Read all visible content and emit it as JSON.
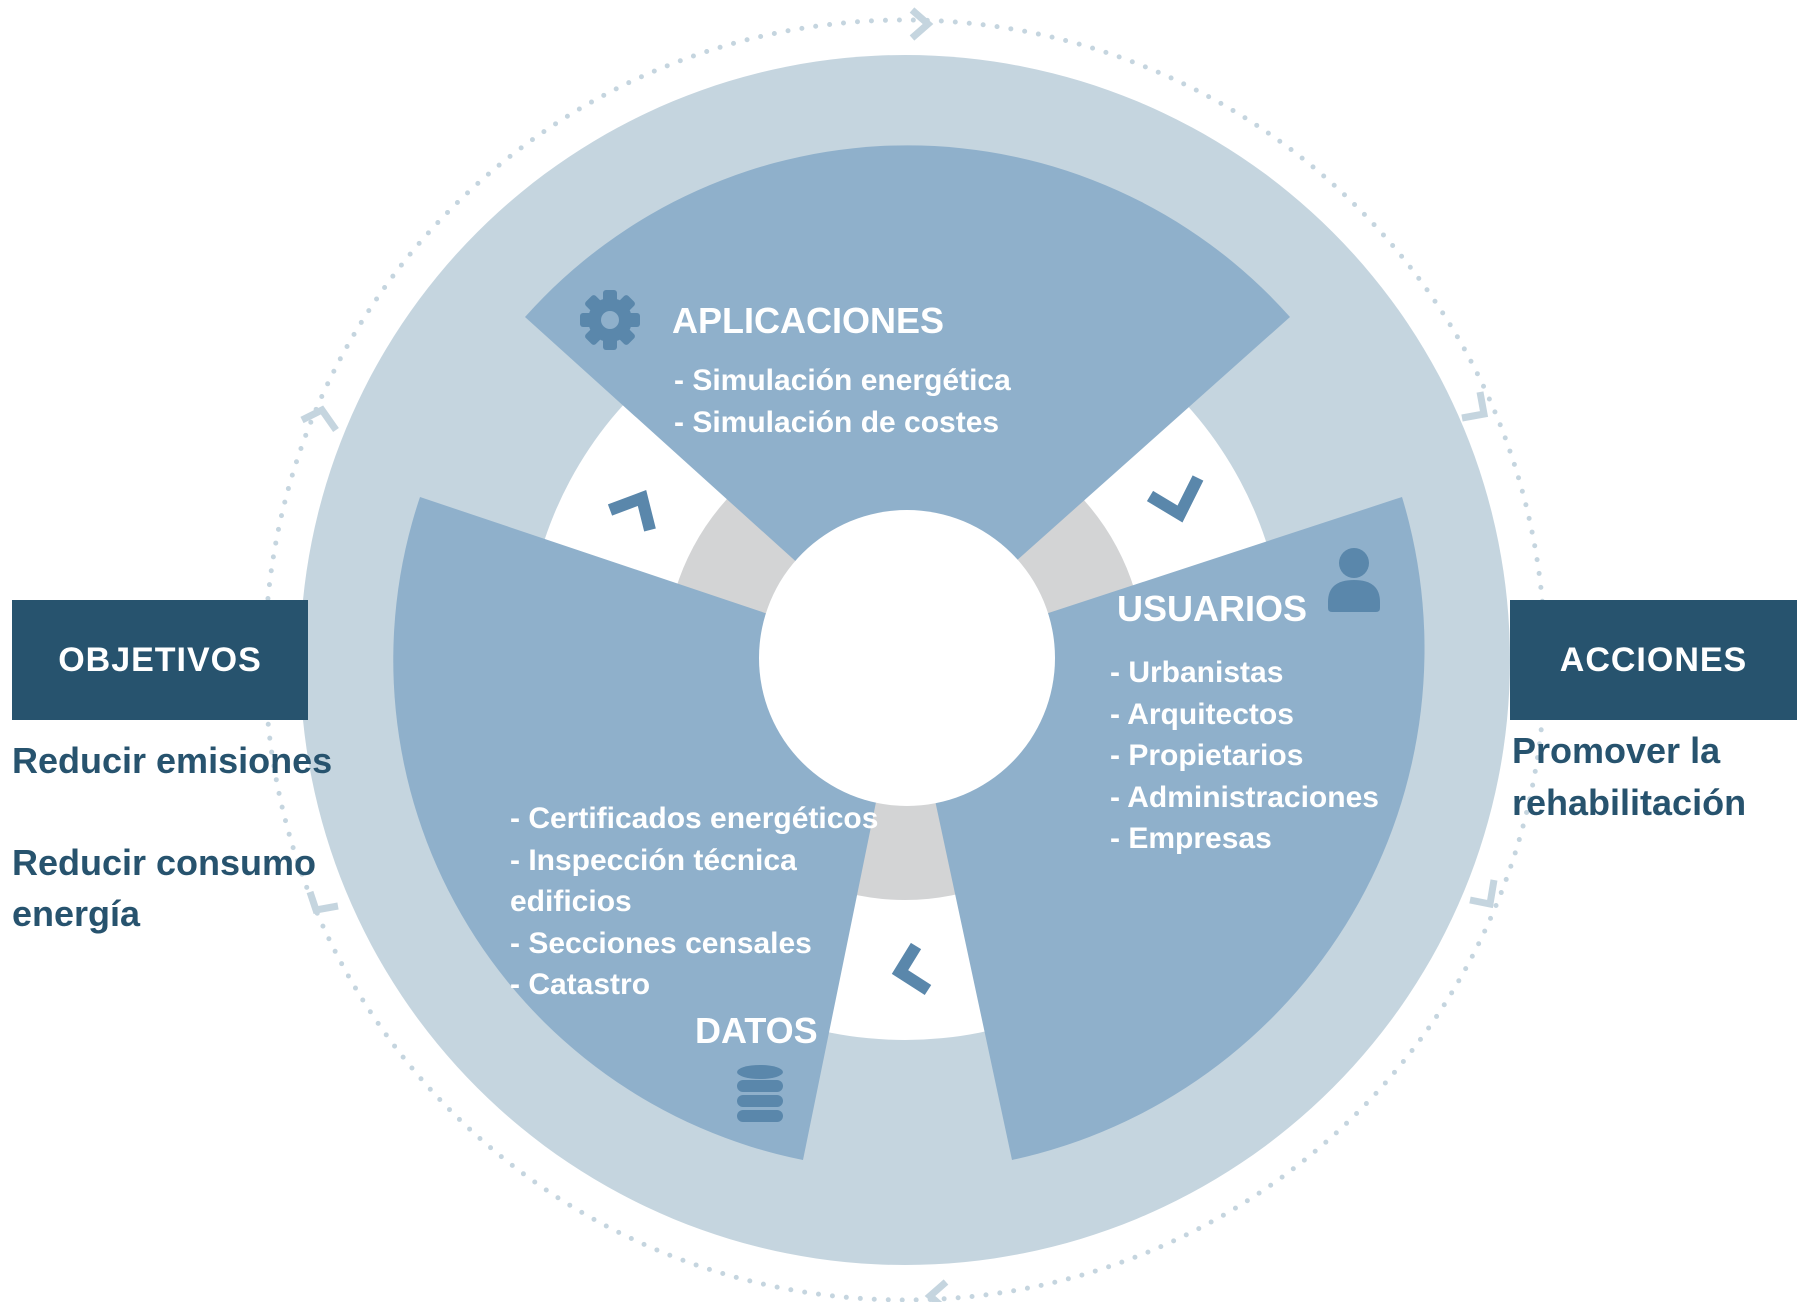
{
  "objetivos": {
    "label": "OBJETIVOS",
    "goals": [
      "Reducir emisiones",
      "Reducir consumo",
      "energía"
    ]
  },
  "acciones": {
    "label": "ACCIONES",
    "lines": [
      "Promover la",
      "rehabilitación"
    ]
  },
  "aplicaciones": {
    "title": "APLICACIONES",
    "icon": "gear-icon",
    "items": [
      "- Simulación energética",
      "- Simulación de costes"
    ]
  },
  "usuarios": {
    "title": "USUARIOS",
    "icon": "user-icon",
    "items": [
      "- Urbanistas",
      "- Arquitectos",
      "- Propietarios",
      "- Administraciones",
      "- Empresas"
    ]
  },
  "datos": {
    "title": "DATOS",
    "icon": "database-icon",
    "items": [
      "- Certificados energéticos",
      "- Inspección técnica",
      "edificios",
      "- Secciones censales",
      "- Catastro"
    ]
  },
  "colors": {
    "banner": "#27536e",
    "outer_ring": "#c5d5df",
    "sector": "#8fb0cb",
    "icon": "#5a87ab",
    "inner_gray": "#d3d4d5"
  }
}
